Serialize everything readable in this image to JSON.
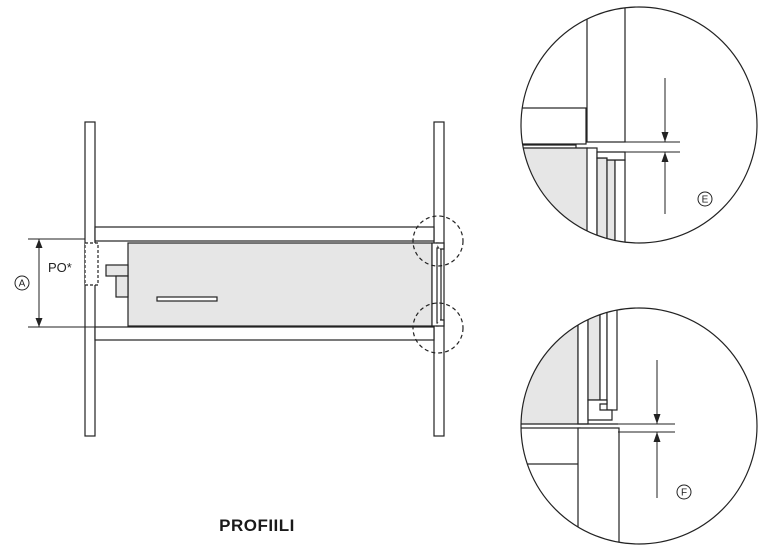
{
  "diagram": {
    "title": "PROFIILI",
    "labels": {
      "dimension_a": "A",
      "front_overlay": "PO*",
      "detail_e": "E",
      "detail_f": "F"
    },
    "colors": {
      "line": "#222222",
      "panel_fill": "#e6e6e6",
      "background": "#ffffff"
    }
  }
}
